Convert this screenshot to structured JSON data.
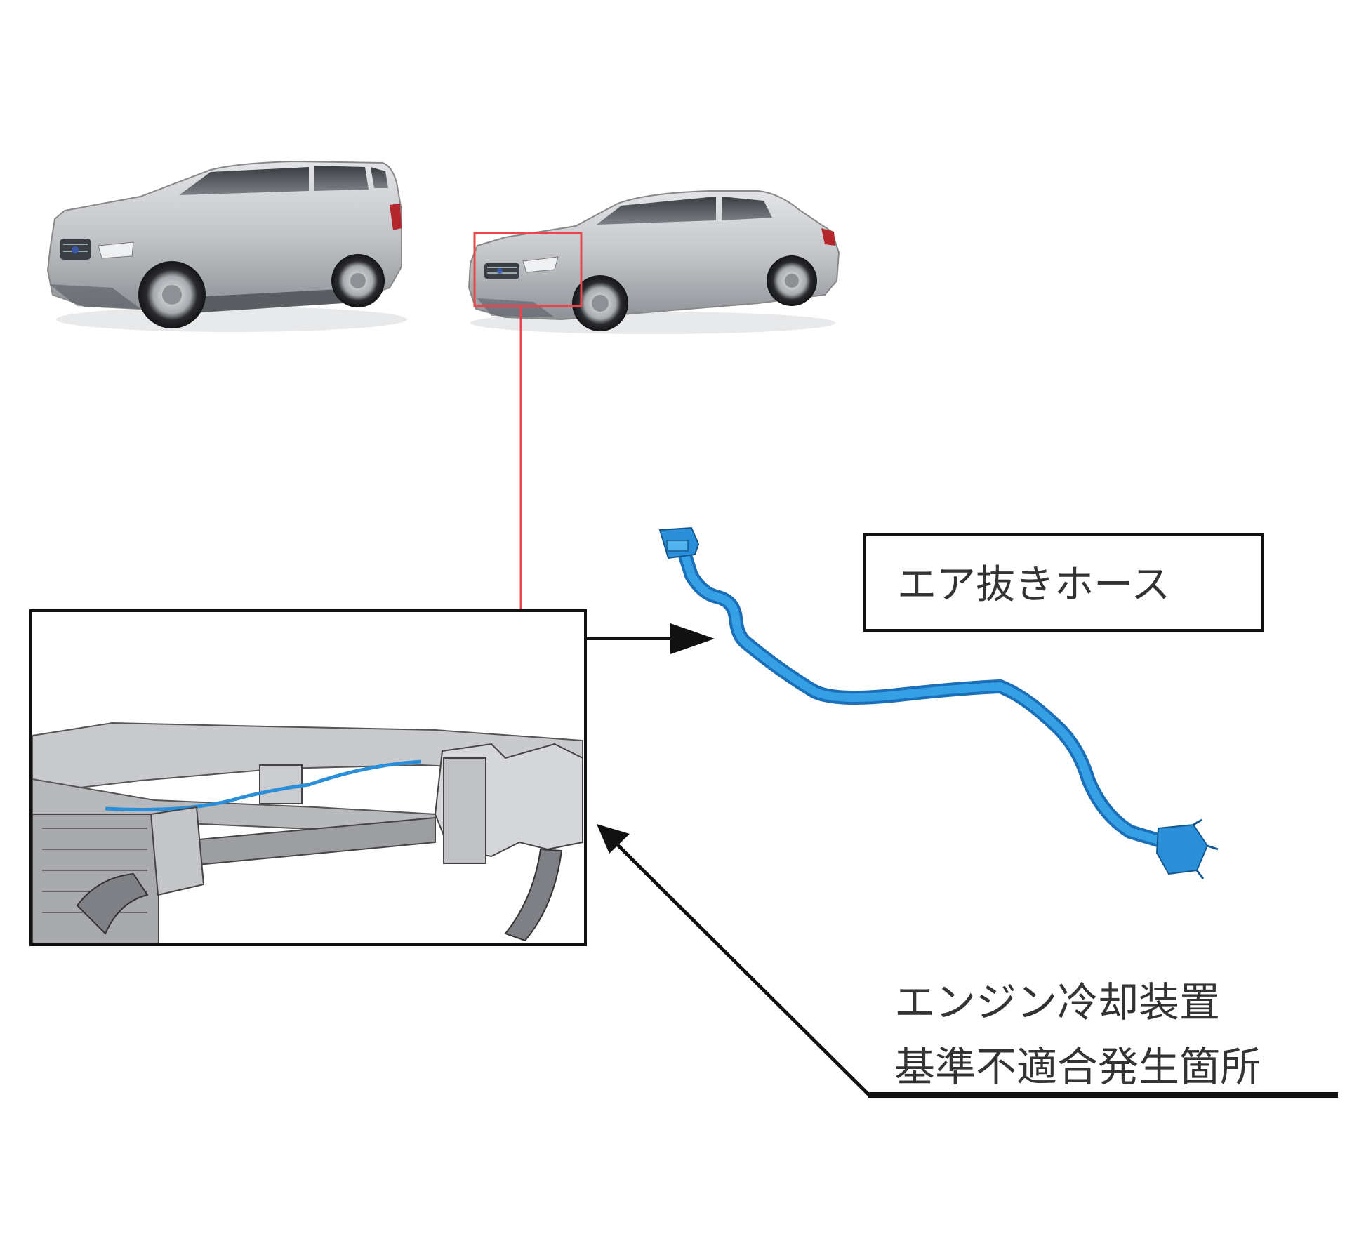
{
  "labels": {
    "air_bleed_hose": "エア抜きホース",
    "cooling_line1": "エンジン冷却装置",
    "cooling_line2": "基準不適合発生箇所"
  },
  "colors": {
    "highlight_box": "#e8464a",
    "hose": "#2a8fd8",
    "car_body": "#c4c6ca",
    "outline": "#111111"
  },
  "icons": [
    "suv-car",
    "sedan-car",
    "hose-part",
    "engine-bay"
  ]
}
